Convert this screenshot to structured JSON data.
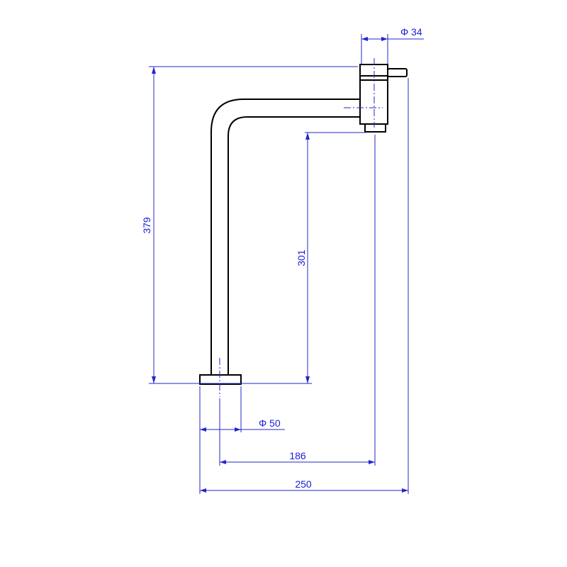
{
  "drawing": {
    "subject": "faucet-side-view",
    "line_colors": {
      "object": "#000000",
      "dimension": "#2326c9",
      "text": "#1a1ad6"
    },
    "dimensions": {
      "diameter_top": "Φ 34",
      "height_total": "379",
      "height_spout": "301",
      "diameter_base": "Φ 50",
      "reach": "186",
      "overall_width": "250"
    }
  }
}
